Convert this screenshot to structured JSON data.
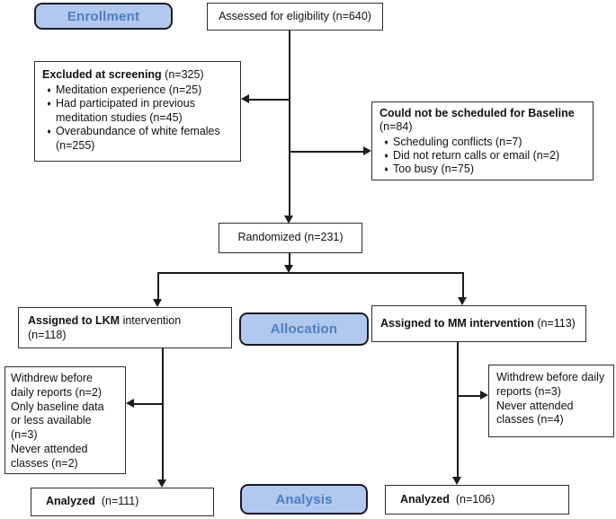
{
  "diagram": {
    "bullet_glyph": "♦",
    "stage_labels": {
      "enrollment": "Enrollment",
      "allocation": "Allocation",
      "analysis": "Analysis"
    },
    "nodes": {
      "assessed": {
        "text": "Assessed for eligibility (n=640)"
      },
      "excluded": {
        "title_bold": "Excluded at screening",
        "title_rest": " (n=325)",
        "bullets": [
          "Meditation experience (n=25)",
          "Had participated in previous meditation studies (n=45)",
          "Overabundance of white females (n=255)"
        ]
      },
      "not_scheduled": {
        "title_bold": "Could not be scheduled for Baseline",
        "title_rest": "(n=84)",
        "bullets": [
          "Scheduling conflicts (n=7)",
          "Did not return calls or email (n=2)",
          "Too busy (n=75)"
        ]
      },
      "randomized": {
        "text": "Randomized (n=231)"
      },
      "assigned_lkm": {
        "bold": "Assigned to LKM",
        "rest": " intervention",
        "line2": "(n=118)"
      },
      "assigned_mm": {
        "bold": "Assigned to MM intervention",
        "rest": " (n=113)"
      },
      "withdrew_left": {
        "text": "Withdrew before\ndaily reports (n=2)\nOnly baseline data\nor less available\n(n=3)\nNever attended\nclasses (n=2)"
      },
      "withdrew_right": {
        "text": "Withdrew before daily\nreports (n=3)\nNever attended\nclasses (n=4)"
      },
      "analyzed_left": {
        "bold": "Analyzed",
        "rest": "  (n=111)"
      },
      "analyzed_right": {
        "bold": "Analyzed",
        "rest": "  (n=106)"
      }
    },
    "colors": {
      "stage_fill": "#b3c8ef",
      "stage_text": "#4a7ec2",
      "stage_border": "#1b1b26",
      "box_border": "#2e2e2e",
      "box_fill": "#ffffff",
      "line": "#1c1c1c",
      "text": "#111111",
      "background": "#ffffff"
    }
  }
}
